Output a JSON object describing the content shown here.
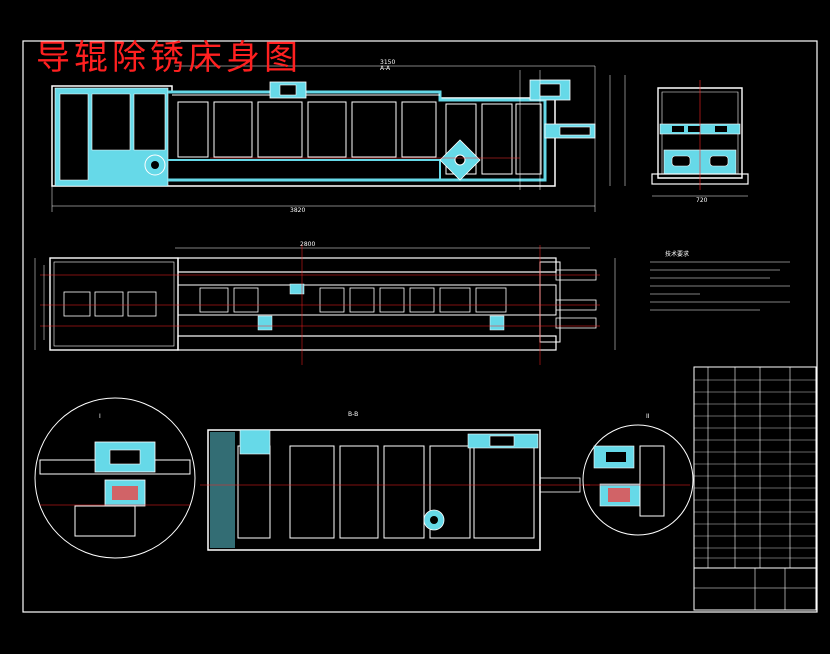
{
  "title": "导辊除锈床身图",
  "labels": {
    "section_aa": "A-A",
    "section_bb": "B-B",
    "section_i": "I",
    "section_ii": "II",
    "tech_req_title": "技术要求"
  },
  "colors": {
    "background": "#000000",
    "frame": "#ffffff",
    "body": "#ffffff",
    "section_fill": "#66d9e8",
    "centerline": "#ff2020",
    "title": "#ff2020",
    "hatch": "#ff3030"
  }
}
